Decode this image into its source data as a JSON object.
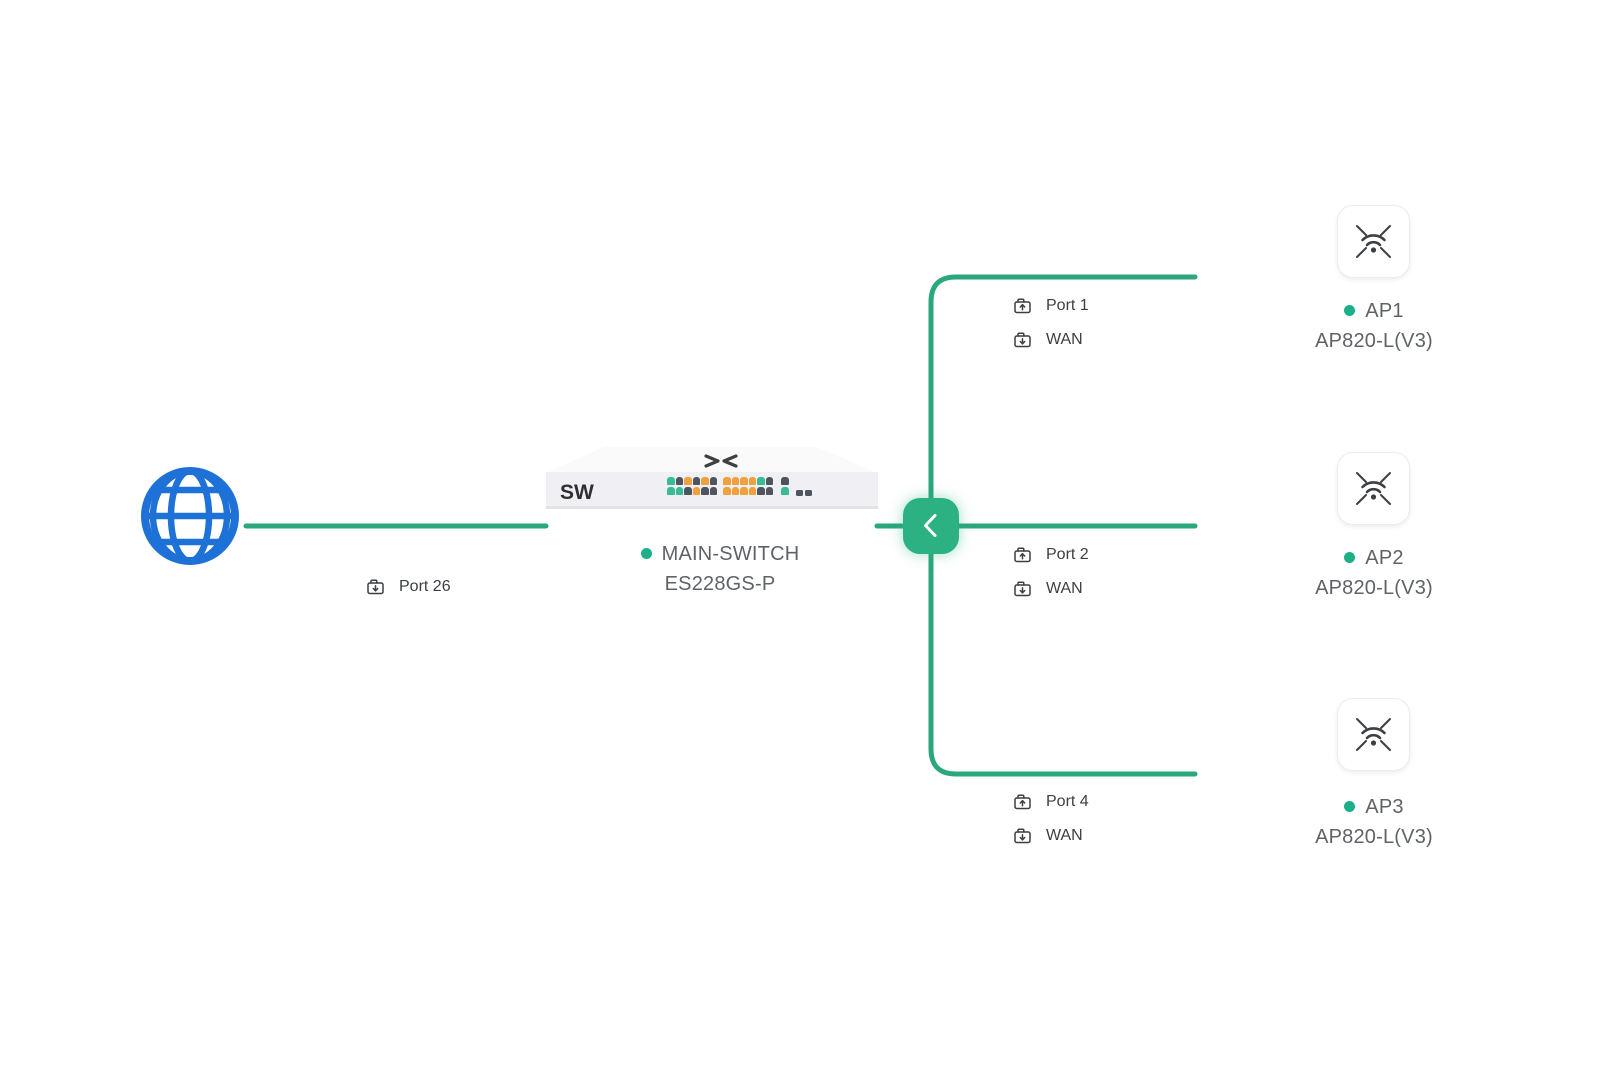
{
  "diagram": {
    "background": "#ffffff",
    "colors": {
      "link": "#2aa77c",
      "collapse_button_bg": "#2cb183",
      "status_dot": "#1cb089",
      "globe": "#1e71d6",
      "node_text": "#5f6368",
      "label_text": "#3b3f44",
      "icon_ink": "#3c4043",
      "port_teal": "#38bc96",
      "port_orange": "#f0a03d",
      "port_dark": "#4e555e",
      "chassis_top": "#fafafb",
      "chassis_front": "#f0f0f4",
      "chassis_edge": "#e2e2e8"
    },
    "internet_node": {
      "icon": "globe-icon"
    },
    "wan_link_label": {
      "icon": "port-down-icon",
      "text": "Port 26"
    },
    "switch_node": {
      "chassis_badge": "SW",
      "status": "online",
      "name": "MAIN-SWITCH",
      "model": "ES228GS-P",
      "leds": {
        "group1_top": [
          "teal",
          "dark",
          "orange",
          "dark",
          "orange",
          "dark"
        ],
        "group1_bottom": [
          "teal",
          "teal",
          "dark",
          "orange",
          "dark",
          "dark"
        ],
        "group2_top": [
          "orange",
          "orange",
          "orange",
          "orange",
          "teal",
          "dark"
        ],
        "group2_bottom": [
          "orange",
          "orange",
          "orange",
          "orange",
          "dark",
          "dark"
        ],
        "uplink_top": [
          "dark"
        ],
        "uplink_bottom": [
          "teal"
        ],
        "sfp": [
          "dark",
          "dark"
        ]
      }
    },
    "collapse_button": {
      "icon": "chevron-left-icon"
    },
    "branches": [
      {
        "port_label": "Port 1",
        "remote_label": "WAN"
      },
      {
        "port_label": "Port 2",
        "remote_label": "WAN"
      },
      {
        "port_label": "Port 4",
        "remote_label": "WAN"
      }
    ],
    "access_points": [
      {
        "status": "online",
        "name": "AP1",
        "model": "AP820-L(V3)"
      },
      {
        "status": "online",
        "name": "AP2",
        "model": "AP820-L(V3)"
      },
      {
        "status": "online",
        "name": "AP3",
        "model": "AP820-L(V3)"
      }
    ]
  }
}
